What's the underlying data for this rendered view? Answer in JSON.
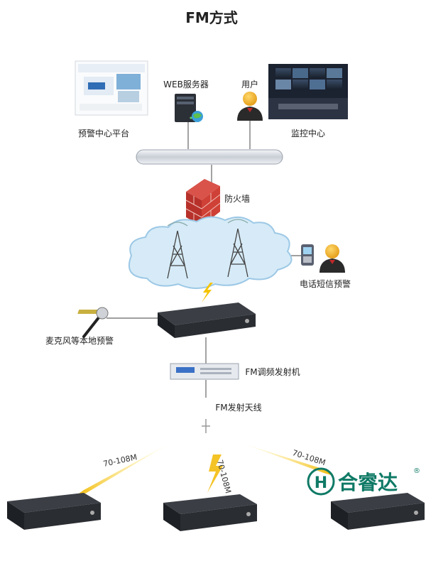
{
  "title": "FM方式",
  "nodes": {
    "platform": "预警中心平台",
    "web_server": "WEB服务器",
    "user": "用户",
    "monitor": "监控中心",
    "firewall": "防火墙",
    "phone_alert": "电话短信预警",
    "mic_alert": "麦克风等本地预警",
    "fm_transmitter": "FM调频发射机",
    "fm_antenna": "FM发射天线"
  },
  "links": {
    "band_left": "70-108M",
    "band_center": "70-108M",
    "band_right": "70-108M"
  },
  "logo": {
    "letter": "H",
    "text": "合睿达",
    "mark": "®"
  },
  "colors": {
    "bus": "#d9dde3",
    "cloud": "#cfe6f5",
    "brick": "#c0392b",
    "bolt": "#f5c400",
    "logo": "#0f7a66"
  }
}
